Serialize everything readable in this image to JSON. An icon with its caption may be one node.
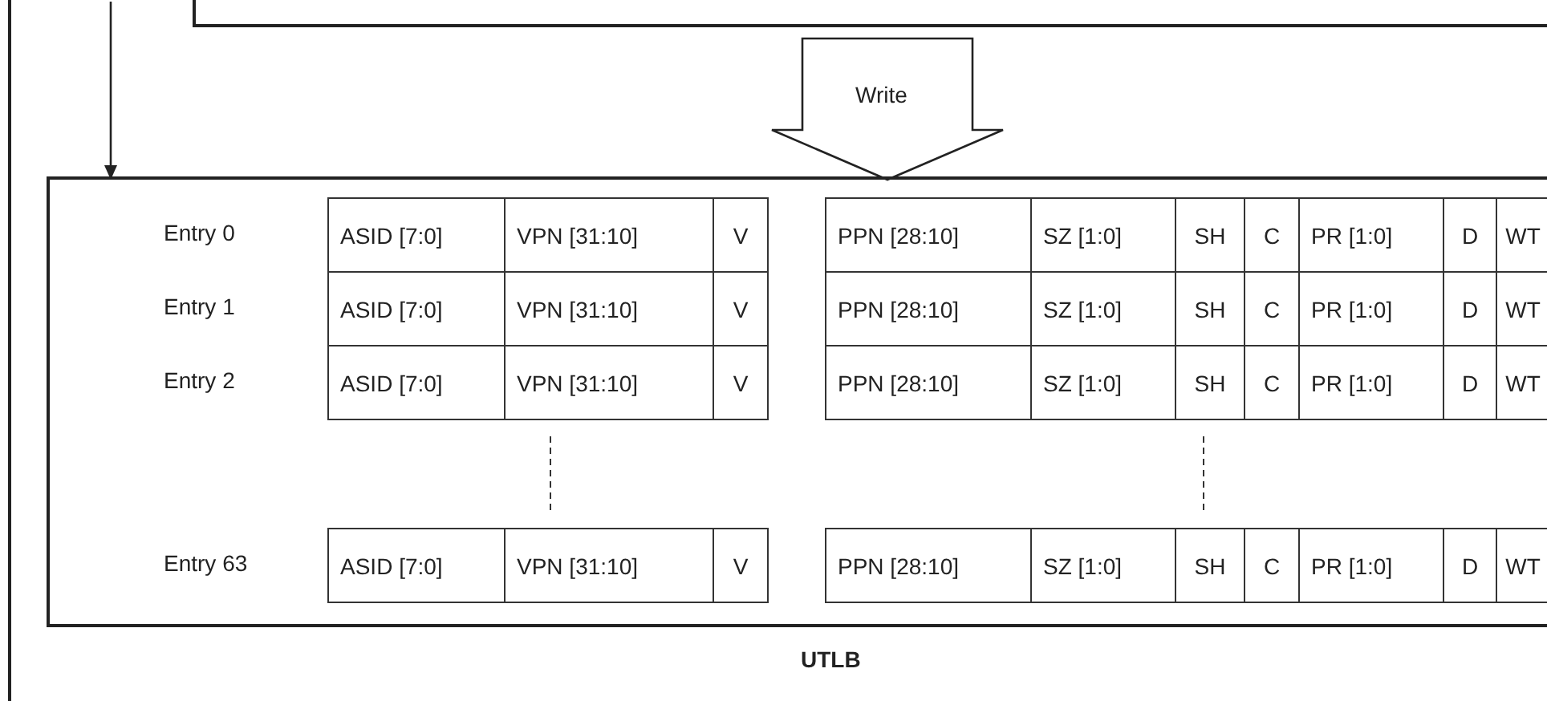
{
  "diagram": {
    "nodes": [
      {
        "text": [],
        "shape": "box"
      },
      {
        "text": [],
        "shape": "box",
        "in": 0
      },
      {
        "text": [
          "UTLB"
        ],
        "in": 0
      }
    ],
    "edges": [
      {
        "from": null,
        "to": 2,
        "arrow": "to"
      },
      {
        "from": 1,
        "to": 2,
        "arrow": "to",
        "label": "Write",
        "style": "thick"
      }
    ],
    "labels": [
      "Entry 0",
      "ASID [7:0]",
      "VPN [31:10]",
      "V",
      "PPN [28:10]",
      "SZ [1:0]",
      "SH",
      "C",
      "PR [1:0]",
      "D",
      "WT",
      "Entry 1",
      "ASID [7:0]",
      "VPN [31:10]",
      "V",
      "PPN [28:10]",
      "SZ [1:0]",
      "SH",
      "C",
      "PR [1:0]",
      "D",
      "WT",
      "Entry 2",
      "ASID [7:0]",
      "VPN [31:10]",
      "V",
      "PPN [28:10]",
      "SZ [1:0]",
      "SH",
      "C",
      "PR [1:0]",
      "D",
      "WT",
      "Entry 63",
      "ASID [7:0]",
      "VPN [31:10]",
      "V",
      "PPN [28:10]",
      "SZ [1:0]",
      "SH",
      "C",
      "PR [1:0]",
      "D",
      "WT"
    ]
  }
}
